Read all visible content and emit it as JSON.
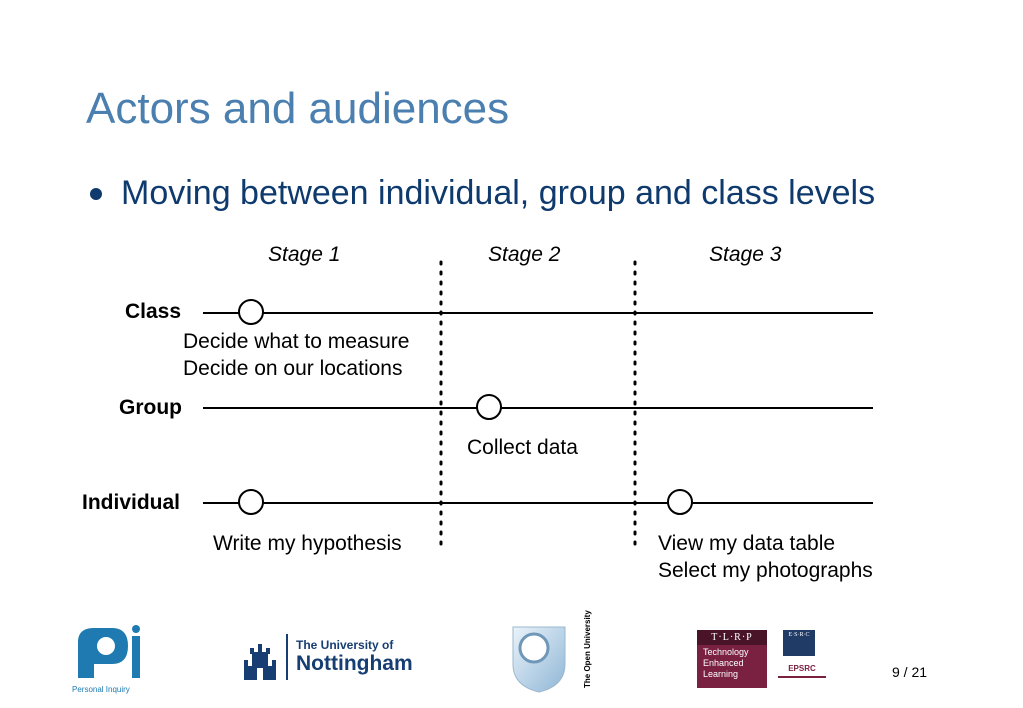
{
  "slide": {
    "title": "Actors and audiences",
    "bullet": "Moving between individual, group and class levels",
    "page": "9 / 21"
  },
  "diagram": {
    "stages": [
      "Stage 1",
      "Stage 2",
      "Stage 3"
    ],
    "levels": [
      "Class",
      "Group",
      "Individual"
    ],
    "activities": {
      "class_stage1": [
        "Decide what to measure",
        "Decide on our locations"
      ],
      "group_stage2": "Collect data",
      "individual_stage1": "Write my hypothesis",
      "individual_stage3": [
        "View my data table",
        "Select my photographs"
      ]
    }
  },
  "logos": {
    "personal_inquiry": "Personal Inquiry",
    "nottingham_line1": "The University of",
    "nottingham_line2": "Nottingham",
    "open_university": "The Open University",
    "tlrp_header": "T·L·R·P",
    "tlrp_text": [
      "Technology",
      "Enhanced",
      "Learning"
    ],
    "esrc": "E·S·R·C",
    "epsrc": "EPSRC"
  },
  "colors": {
    "title": "#4a7fb0",
    "bullet": "#0f3a6e",
    "pi_logo": "#1e7ab0",
    "nottingham": "#163e73",
    "tlrp": "#7a2040"
  }
}
